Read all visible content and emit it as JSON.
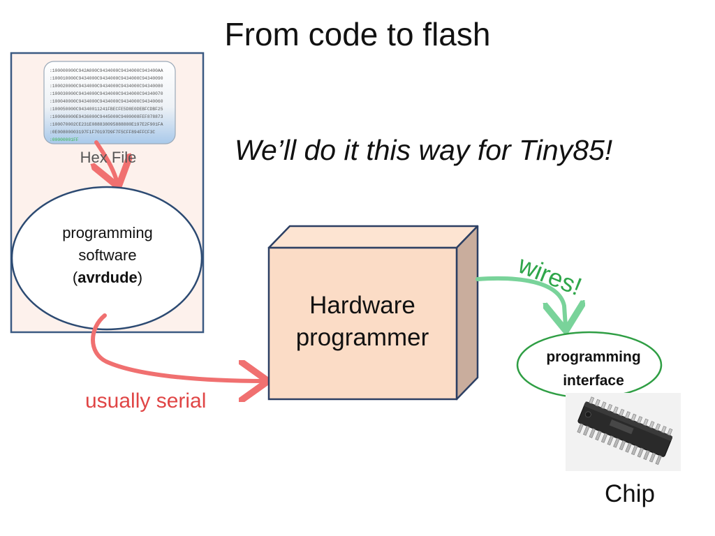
{
  "title": "From code to flash",
  "subtitle": "We’ll do it this way for Tiny85!",
  "hex_file": {
    "label": "Hex File",
    "lines": [
      ":100000000C942A000C9434000C9434000C943400AA",
      ":100010000C9434000C9434000C9434000C94340090",
      ":100020000C9434000C9434000C9434000C94340080",
      ":100030000C9434000C9434000C9434000C94340070",
      ":100040000C9434000C9434000C9434000C94340060",
      ":100050000C94340011241FBECFE5D8E0DEBFCDBF25",
      ":100060000E9436000C9445000C9400008FEF878873",
      ":100070002CE231E088838095888880E197E2F901FA",
      ":0E0080000319​7F1F70197D9F7F5CFF894FFCF3C",
      ":00000001FF"
    ]
  },
  "software": {
    "line1": "programming",
    "line2": "software",
    "open_paren": "(",
    "name": "avrdude",
    "close_paren": ")"
  },
  "hardware": {
    "line1": "Hardware",
    "line2": "programmer"
  },
  "wires_label": "wires!",
  "serial_label": "usually serial",
  "interface": {
    "line1": "programming",
    "line2": "interface"
  },
  "chip_label": "Chip",
  "colors": {
    "panel_fill": "#fdf1ec",
    "panel_border": "#3b5a82",
    "box_front": "#fbdcc6",
    "box_top": "#fde4d2",
    "box_side": "#c9ad9d",
    "red_arrow": "#f07070",
    "green_arrow": "#79d39a",
    "green_text": "#2fa64a",
    "green_border": "#2f9e44"
  }
}
